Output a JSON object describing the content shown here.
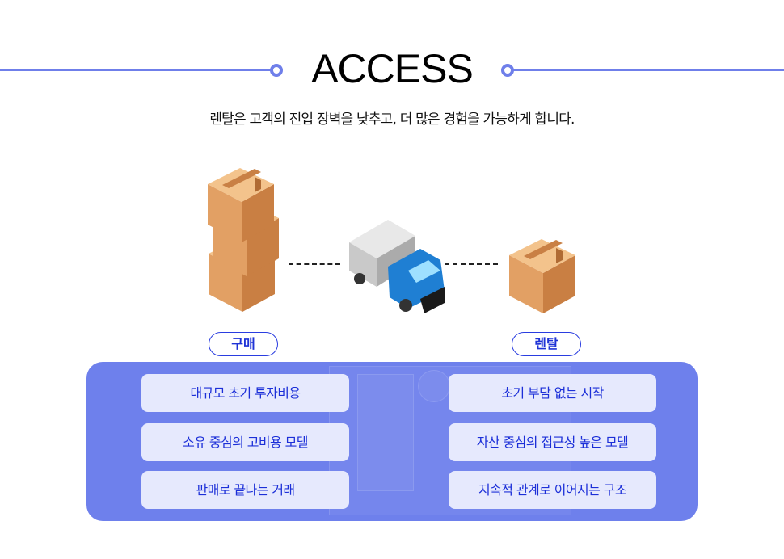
{
  "header": {
    "title": "ACCESS",
    "subtitle": "렌탈은 고객의 진입 장벽을 낮추고, 더 많은 경험을 가능하게 합니다."
  },
  "labels": {
    "buy": "구매",
    "rental": "렌탈"
  },
  "buy_items": [
    "대규모 초기 투자비용",
    "소유 중심의 고비용 모델",
    "판매로 끝나는 거래"
  ],
  "rental_items": [
    "초기 부담 없는 시작",
    "자산 중심의 접근성 높은 모델",
    "지속적 관계로 이어지는 구조"
  ],
  "colors": {
    "accent": "#6f7fea",
    "panel": "#6e80ec",
    "text_blue": "#1c2fd8"
  }
}
